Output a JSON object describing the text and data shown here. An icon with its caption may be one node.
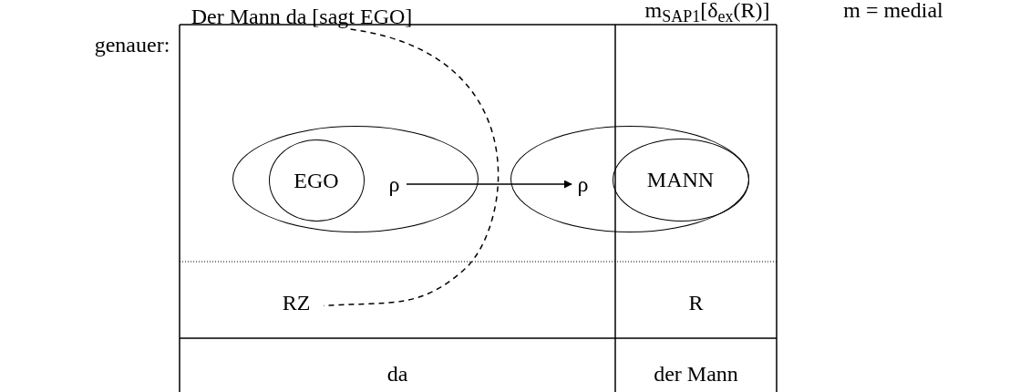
{
  "diagram": {
    "nodes": [
      {
        "text": [
          "Der Mann da [sagt EGO]"
        ]
      },
      {
        "text": [],
        "shape": "ellipse"
      },
      {
        "text": [
          "EGO"
        ],
        "in": 1
      },
      {
        "text": [
          "ρ"
        ],
        "in": 1
      },
      {
        "text": [],
        "shape": "ellipse"
      },
      {
        "text": [
          "ρ"
        ],
        "in": 4
      },
      {
        "text": [
          "MANN"
        ],
        "in": 4
      },
      {
        "text": [
          "RZ"
        ]
      }
    ],
    "edges": [
      {
        "from": 3,
        "to": 5,
        "arrow": "to"
      },
      {
        "from": 0,
        "to": 7,
        "arrow": "none",
        "style": "dashed"
      }
    ],
    "labels": [
      "m$_{SAP1}$[δ$_{ex}$(R)]",
      "m = medial",
      "genauer:",
      "R",
      "da",
      "der Mann"
    ]
  }
}
